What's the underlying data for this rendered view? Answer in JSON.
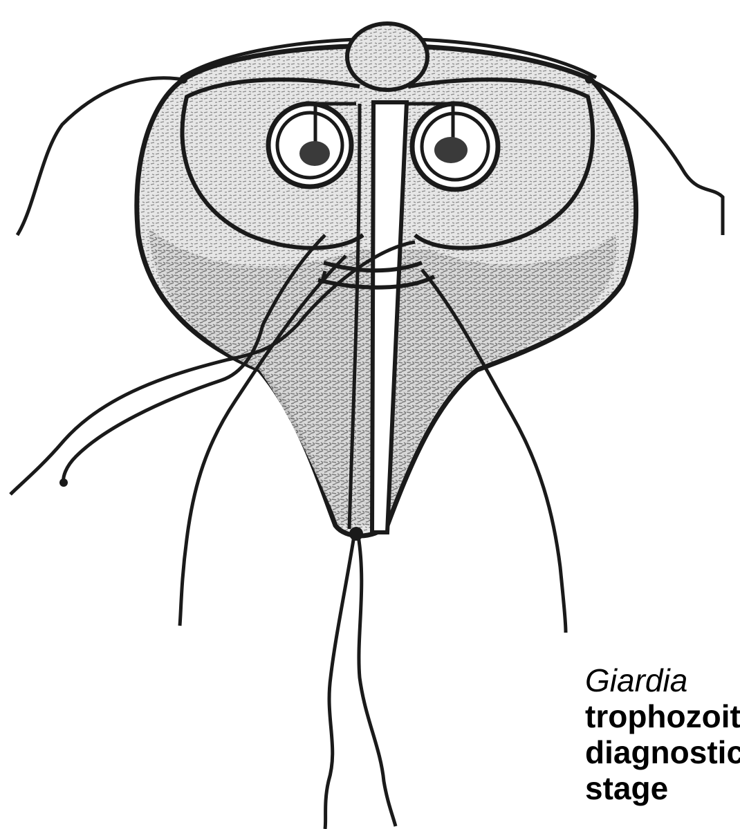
{
  "caption": {
    "genus": "Giardia",
    "line1": "trophozoite",
    "line2": "diagnostic",
    "line3": "stage"
  },
  "colors": {
    "stroke": "#1a1a1a",
    "body_fill": "#e4e4e4",
    "shading": "#8a8a8a",
    "nucleus_dot": "#3a3a3a",
    "background": "#ffffff"
  }
}
